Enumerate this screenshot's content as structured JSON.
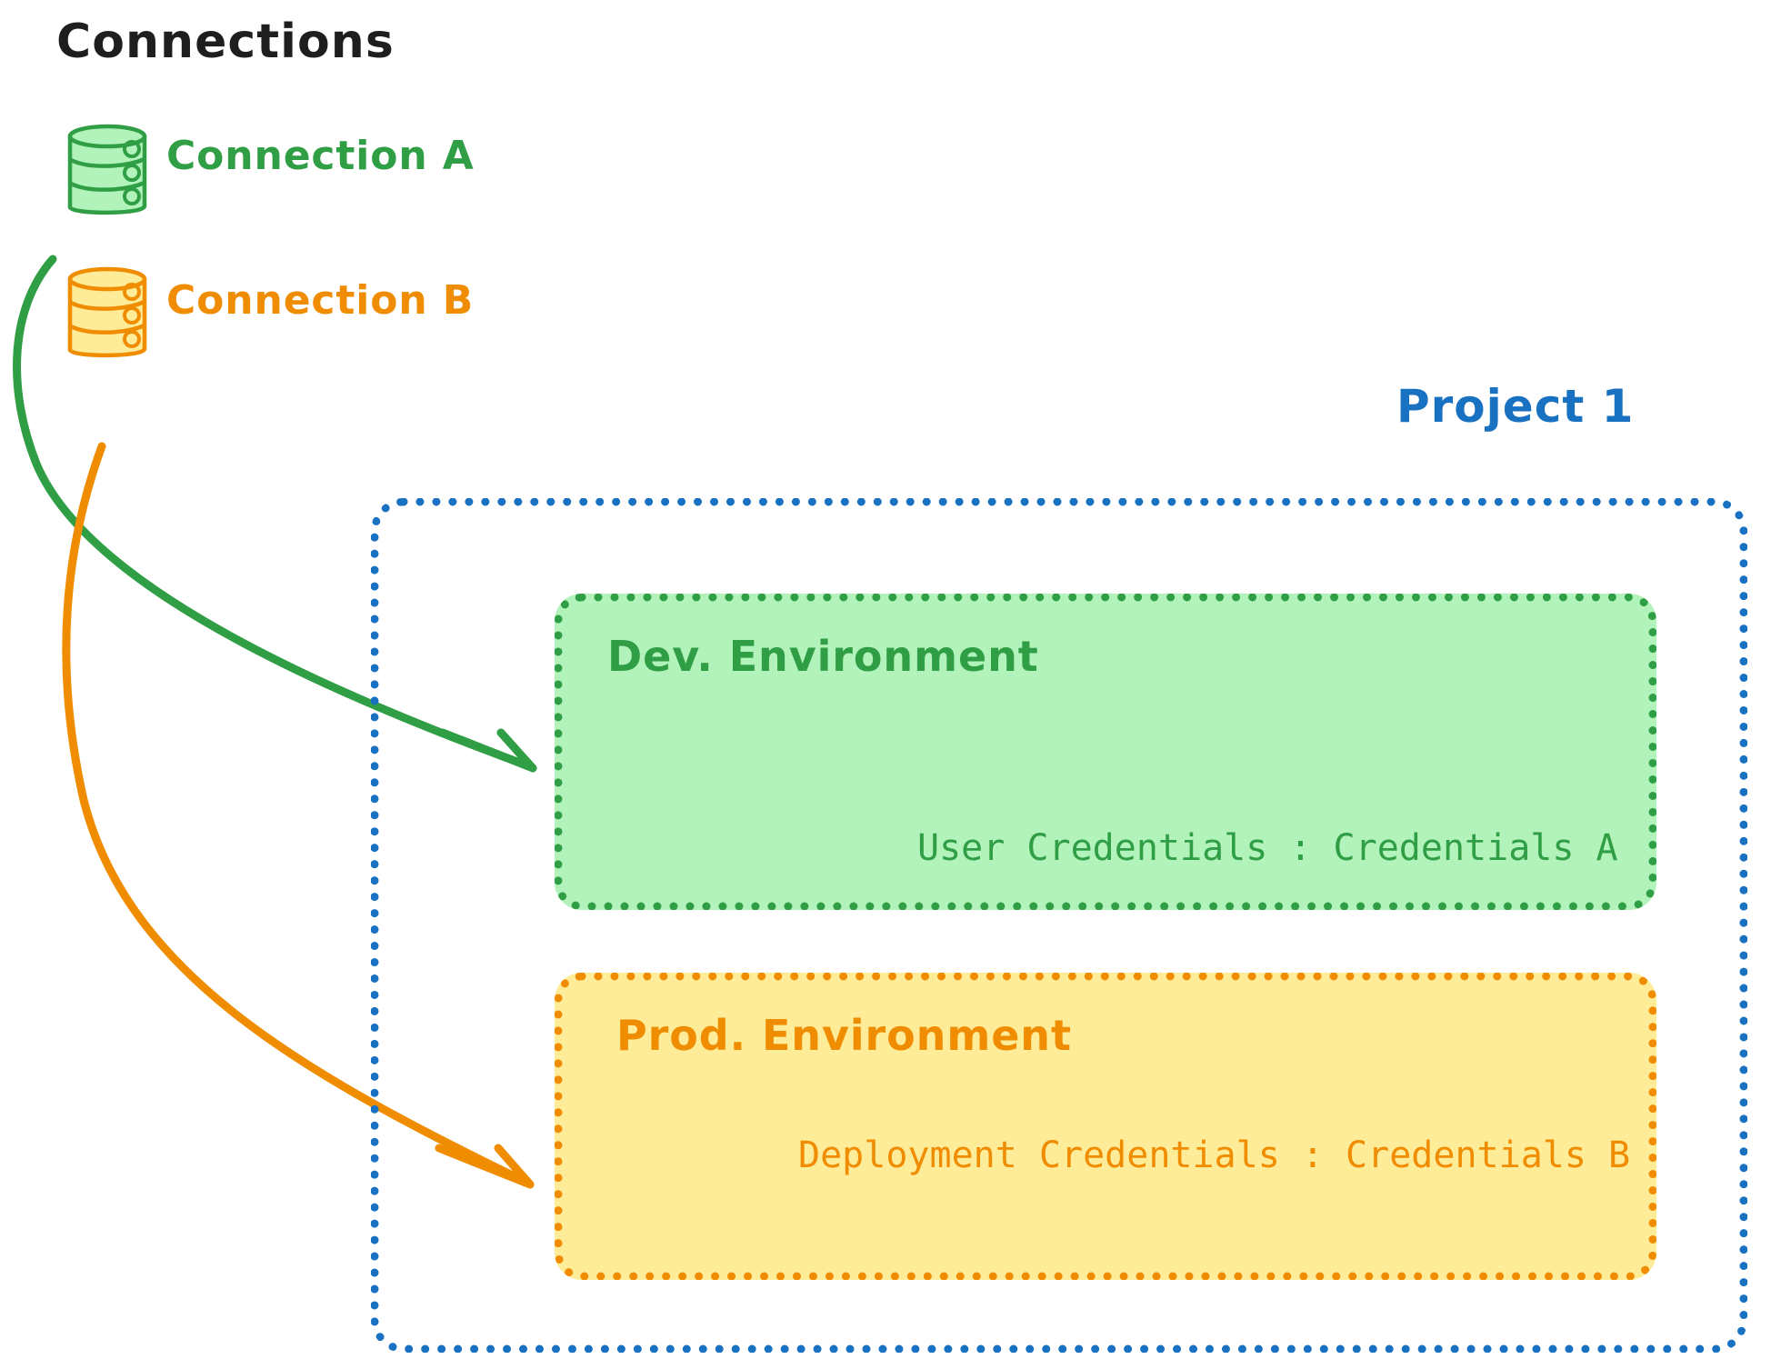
{
  "diagram": {
    "title": "Connections",
    "background_color": "#ffffff"
  },
  "connections": {
    "heading": "Connections",
    "items": [
      {
        "label": "Connection A",
        "color": "#2f9e44",
        "fill": "#b2f2bb",
        "icon": "database-icon",
        "target": "Dev. Environment"
      },
      {
        "label": "Connection B",
        "color": "#f08c00",
        "fill": "#ffec99",
        "icon": "database-icon",
        "target": "Prod. Environment"
      }
    ]
  },
  "project": {
    "title": "Project 1",
    "color": "#1971c2",
    "border_style": "dotted",
    "environments": [
      {
        "name": "dev",
        "title": "Dev. Environment",
        "credentials_label": "User Credentials",
        "credentials_separator": ":",
        "credentials_value": "Credentials A",
        "credentials_line": "User Credentials : Credentials A",
        "color": "#2f9e44",
        "fill": "#b2f2bb"
      },
      {
        "name": "prod",
        "title": "Prod. Environment",
        "credentials_label": "Deployment Credentials",
        "credentials_separator": ":",
        "credentials_value": "Credentials B",
        "credentials_line": "Deployment Credentials : Credentials B",
        "color": "#f08c00",
        "fill": "#ffec99"
      }
    ]
  },
  "arrows": [
    {
      "name": "connection-a-to-dev",
      "from": "Connection A",
      "to": "Dev. Environment",
      "color": "#2f9e44"
    },
    {
      "name": "connection-b-to-prod",
      "from": "Connection B",
      "to": "Prod. Environment",
      "color": "#f08c00"
    }
  ]
}
